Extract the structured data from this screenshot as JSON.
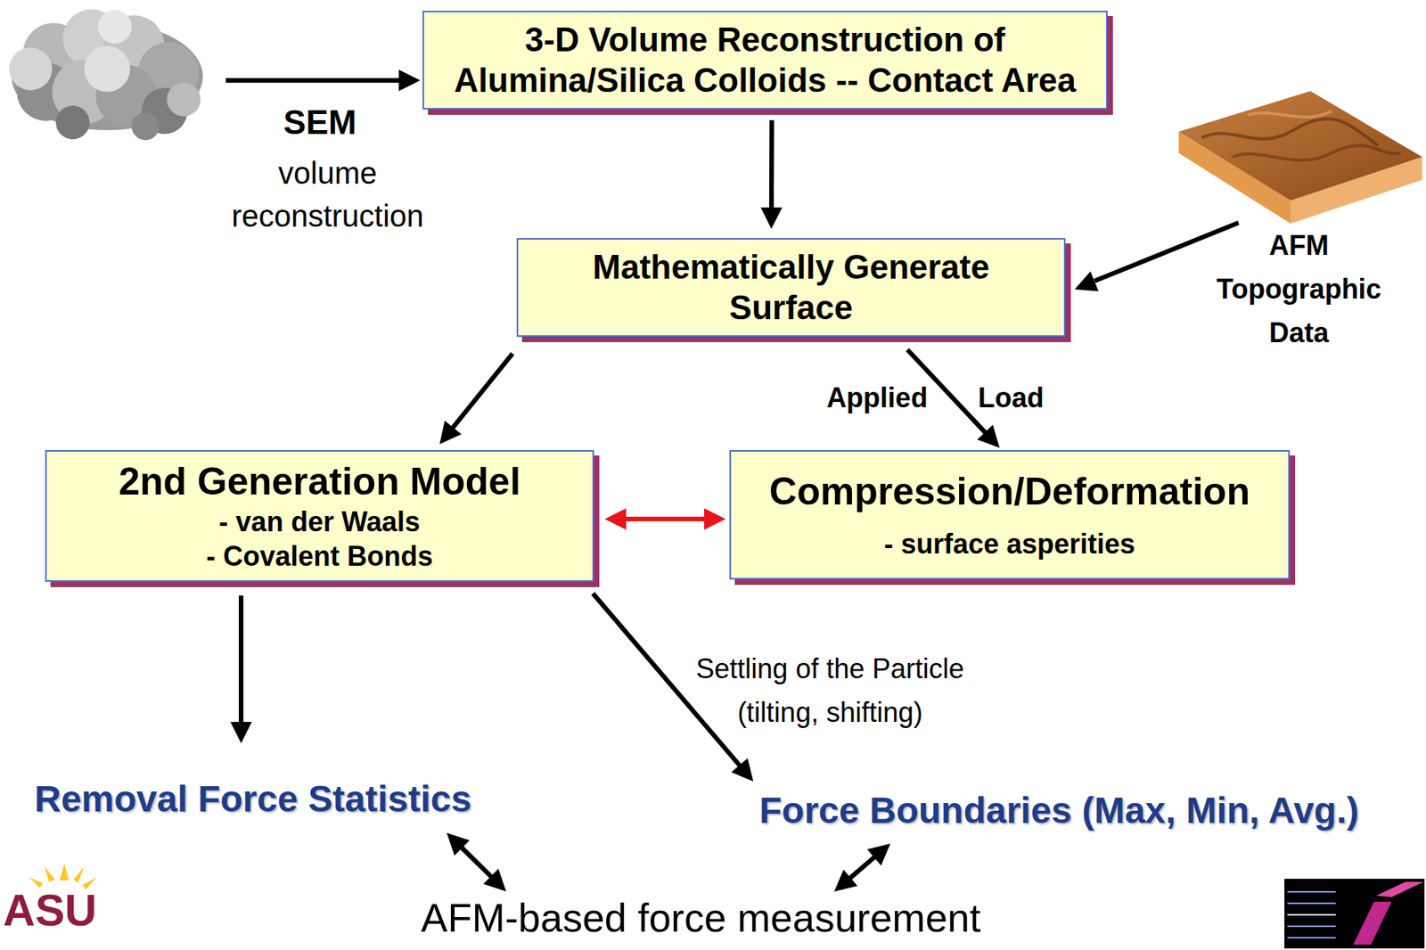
{
  "diagram": {
    "nodes": [
      {
        "text": [
          "3-D Volume Reconstruction of Alumina/Silica Colloids -- Contact Area"
        ]
      },
      {
        "text": [
          "Mathematically Generate Surface"
        ]
      },
      {
        "text": [
          "2nd Generation Model",
          "- van der Waals",
          "- Covalent Bonds"
        ]
      },
      {
        "text": [
          "Compression/Deformation",
          "- surface asperities"
        ]
      },
      {
        "text": [
          "Removal Force Statistics"
        ]
      },
      {
        "text": [
          "Force Boundaries (Max, Min, Avg.)"
        ]
      },
      {
        "text": [
          "AFM-based force measurement"
        ]
      }
    ],
    "edges": [
      {
        "from": 0,
        "to": 1,
        "arrow": "to"
      },
      {
        "from": 1,
        "to": 2,
        "arrow": "to"
      },
      {
        "from": 1,
        "to": 3,
        "arrow": "to",
        "label": "Applied Load"
      },
      {
        "from": 2,
        "to": 3,
        "arrow": "both"
      },
      {
        "from": 2,
        "to": 4,
        "arrow": "to"
      },
      {
        "from": 2,
        "to": 5,
        "arrow": "to",
        "label": "Settling of the Particle (tilting, shifting)"
      },
      {
        "from": 4,
        "to": 6,
        "arrow": "both"
      },
      {
        "from": 5,
        "to": 6,
        "arrow": "both"
      }
    ],
    "labels": [
      "SEM",
      "volume reconstruction",
      "AFM Topographic Data",
      "ASU"
    ]
  }
}
